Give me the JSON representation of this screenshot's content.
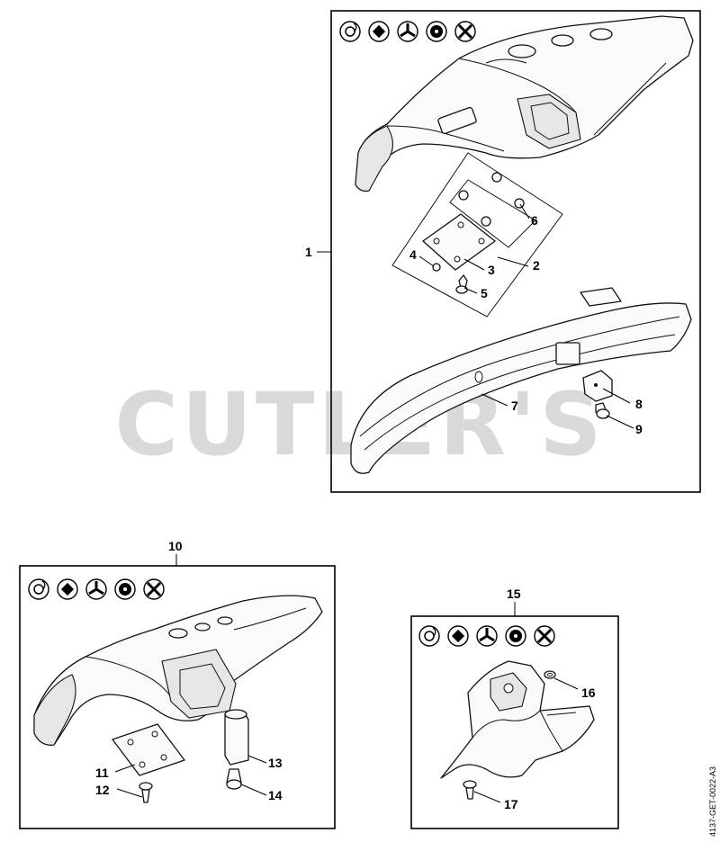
{
  "watermark": "CUTLER'S",
  "document_code": "4137-GET-0022-A3",
  "callouts": {
    "c1": "1",
    "c2": "2",
    "c3": "3",
    "c4": "4",
    "c5": "5",
    "c6": "6",
    "c7": "7",
    "c8": "8",
    "c9": "9",
    "c10": "10",
    "c11": "11",
    "c12": "12",
    "c13": "13",
    "c14": "14",
    "c15": "15",
    "c16": "16",
    "c17": "17"
  },
  "symbol_groups": [
    {
      "panel": "top",
      "icons": [
        "trimmer-head-icon",
        "mowing-head-icon",
        "3-blade-icon",
        "saw-blade-icon",
        "4-blade-icon"
      ]
    },
    {
      "panel": "left",
      "icons": [
        "trimmer-head-icon",
        "mowing-head-icon",
        "3-blade-icon",
        "saw-blade-icon",
        "4-blade-icon"
      ]
    },
    {
      "panel": "right",
      "icons": [
        "trimmer-head-icon",
        "mowing-head-icon",
        "3-blade-icon",
        "saw-blade-icon",
        "4-blade-icon"
      ]
    }
  ]
}
